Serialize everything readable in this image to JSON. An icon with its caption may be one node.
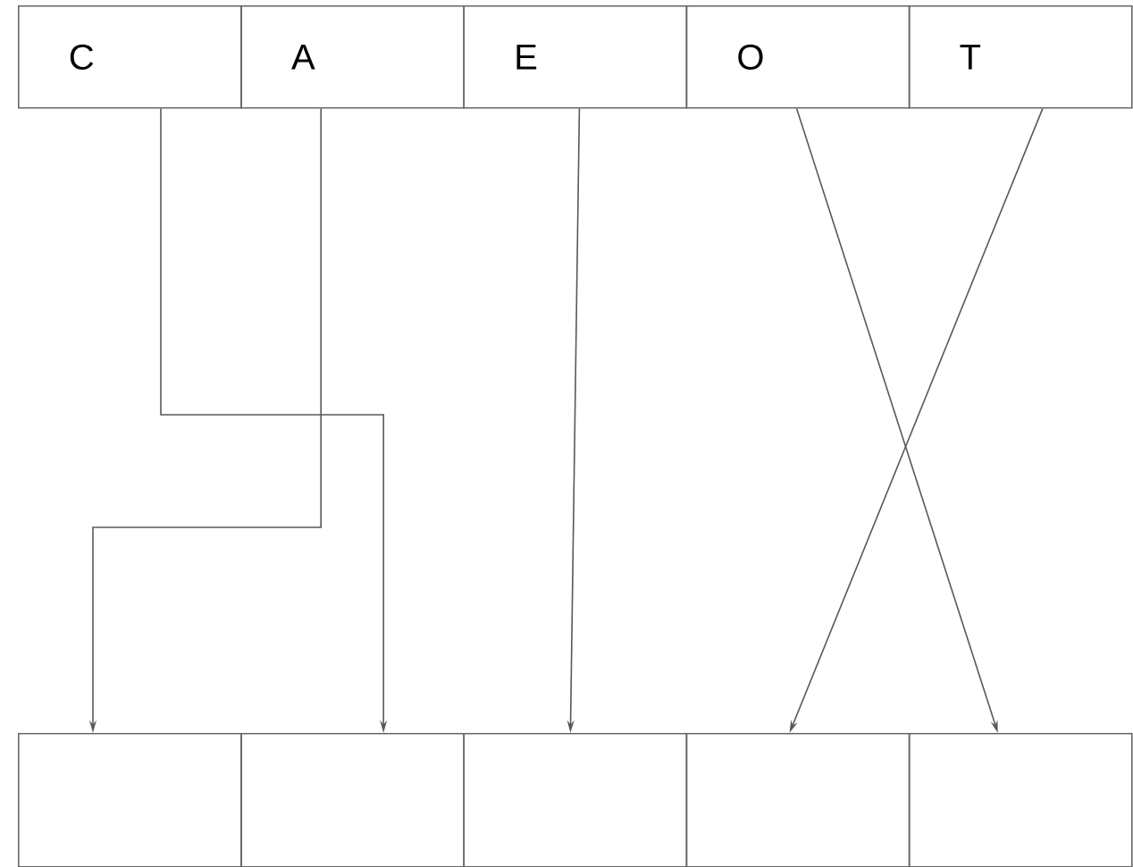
{
  "diagram": {
    "nodes": [
      {
        "text": [
          "C"
        ]
      },
      {
        "text": [
          "A"
        ]
      },
      {
        "text": [
          "E"
        ]
      },
      {
        "text": [
          "O"
        ]
      },
      {
        "text": [
          "T"
        ]
      },
      {
        "text": [],
        "shape": "box"
      },
      {
        "text": [],
        "shape": "box"
      },
      {
        "text": [],
        "shape": "box"
      },
      {
        "text": [],
        "shape": "box"
      },
      {
        "text": [],
        "shape": "box"
      }
    ],
    "edges": [
      {
        "from": 0,
        "to": 6,
        "arrow": "to"
      },
      {
        "from": 1,
        "to": 5,
        "arrow": "to"
      },
      {
        "from": 2,
        "to": 7,
        "arrow": "to"
      },
      {
        "from": 3,
        "to": 9,
        "arrow": "to"
      },
      {
        "from": 4,
        "to": 8,
        "arrow": "to"
      }
    ]
  }
}
